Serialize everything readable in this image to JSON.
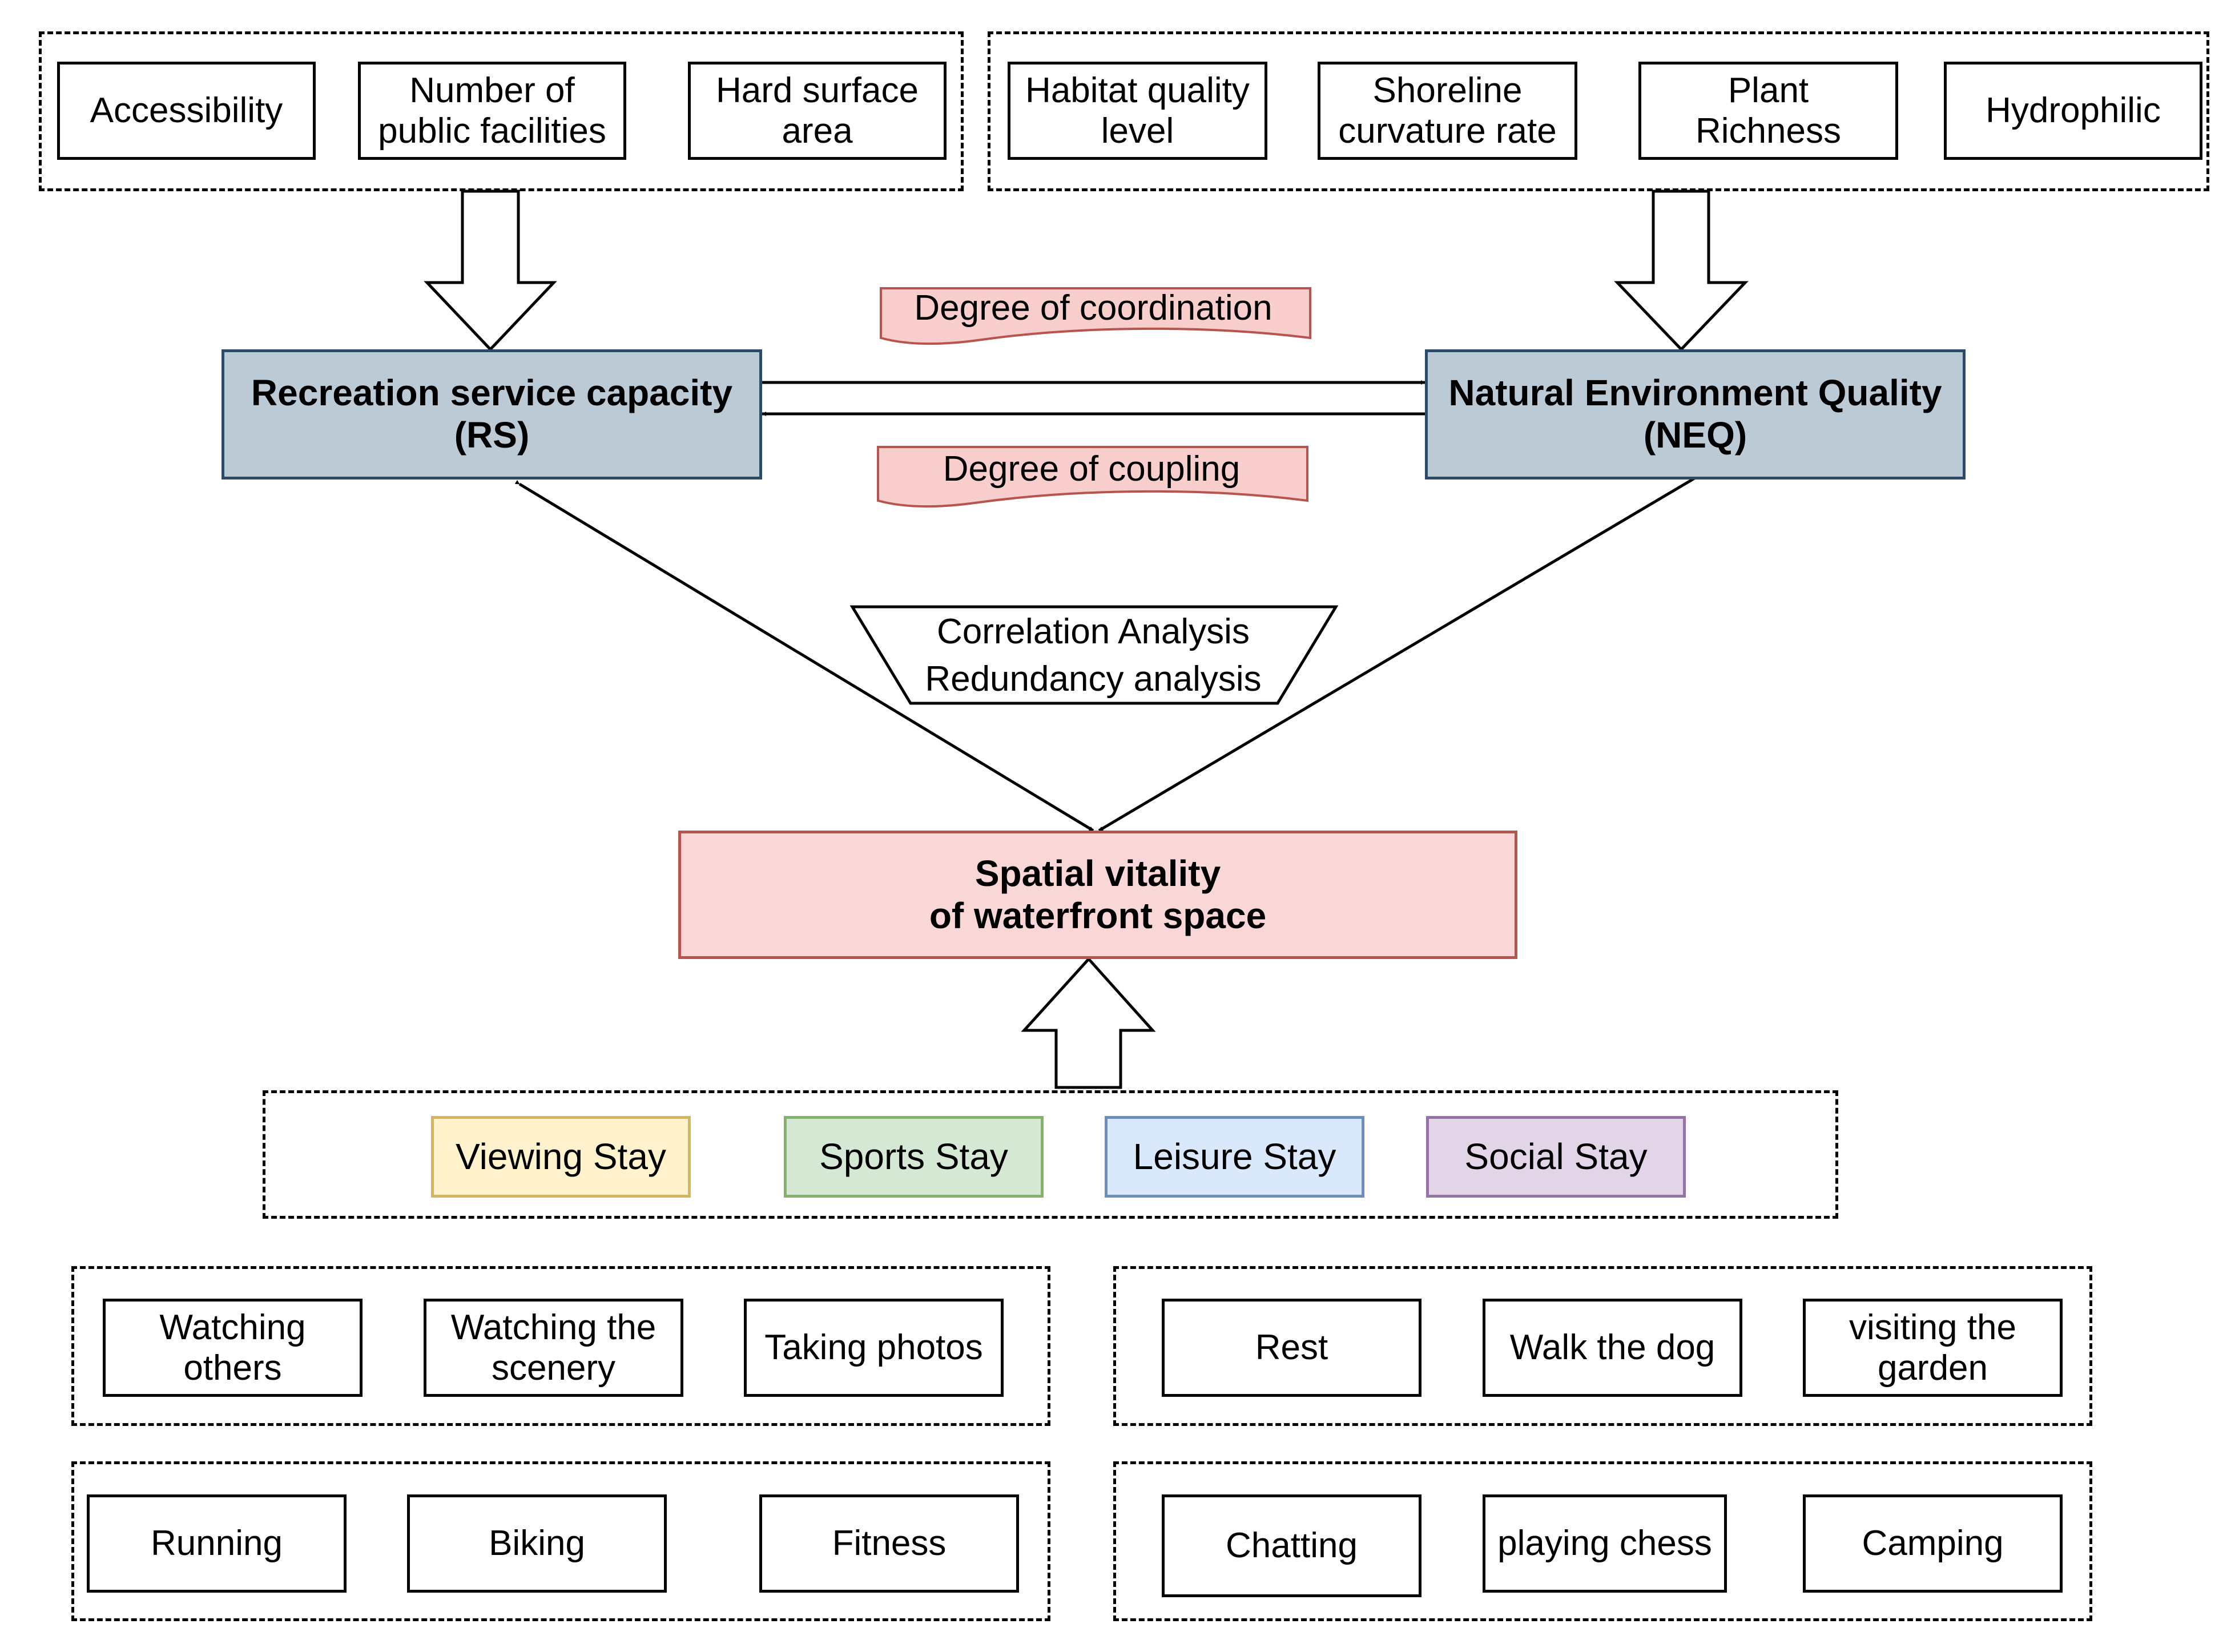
{
  "rs_indicators": [
    "Accessibility",
    "Number of\npublic facilities",
    "Hard surface\narea"
  ],
  "neq_indicators": [
    "Habitat quality\nlevel",
    "Shoreline\ncurvature rate",
    "Plant\nRichness",
    "Hydrophilic"
  ],
  "rs": {
    "label": "Recreation service capacity\n(RS)"
  },
  "neq": {
    "label": "Natural Environment Quality\n(NEQ)"
  },
  "coordination_label": "Degree of coordination",
  "coupling_label": "Degree of coupling",
  "analysis": {
    "line1": "Correlation Analysis",
    "line2": "Redundancy analysis"
  },
  "vitality": {
    "label": "Spatial vitality\nof waterfront space"
  },
  "stays": [
    {
      "label": "Viewing Stay",
      "fill": "#fff2cc",
      "stroke": "#d6b656"
    },
    {
      "label": "Sports Stay",
      "fill": "#d5e8d4",
      "stroke": "#82b366"
    },
    {
      "label": "Leisure Stay",
      "fill": "#dae8fc",
      "stroke": "#6c8ebf"
    },
    {
      "label": "Social Stay",
      "fill": "#e1d5e7",
      "stroke": "#9673a6"
    }
  ],
  "viewing_activities": [
    "Watching\nothers",
    "Watching the\nscenery",
    "Taking photos"
  ],
  "leisure_activities": [
    "Rest",
    "Walk the dog",
    "visiting the\ngarden"
  ],
  "sports_activities": [
    "Running",
    "Biking",
    "Fitness"
  ],
  "social_activities": [
    "Chatting",
    "playing chess",
    "Camping"
  ],
  "colors": {
    "main_fill": "#bccad6",
    "vitality_fill": "#f8d7d6",
    "tape_fill": "#f8cecc",
    "tape_stroke": "#b85450"
  }
}
